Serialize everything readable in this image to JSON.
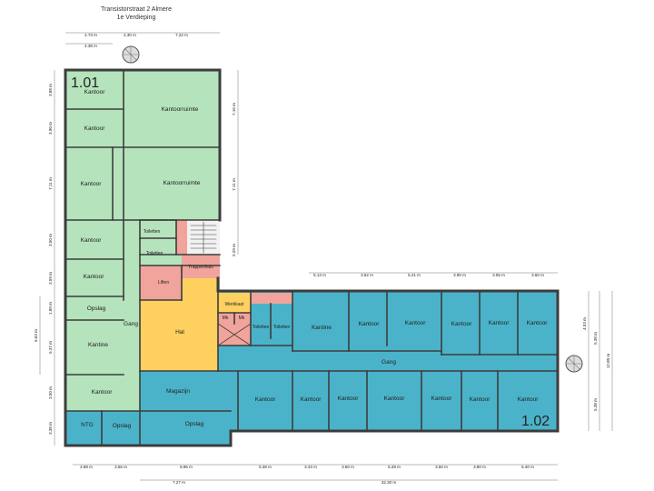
{
  "header": {
    "address": "Transistorstraat 2 Almere",
    "floor": "1e Verdieping"
  },
  "colors": {
    "green": "#b5e3bc",
    "blue": "#4bb3c9",
    "yellow": "#fdd060",
    "pink": "#f0a49b",
    "wall": "#3c3c3c"
  },
  "zones": {
    "green": "1.01",
    "blue": "1.02"
  },
  "rooms": {
    "kantoor_1": "Kantoor",
    "kantoorruimte_1": "Kantoorruimte",
    "kantoor_2": "Kantoor",
    "kantoor_3": "Kantoor",
    "kantoorruimte_2": "Kantoorruimte",
    "toiletten_1": "Toiletten",
    "toiletten_2": "Toiletten",
    "kantoor_4": "Kantoor",
    "kantoor_5": "Kantoor",
    "trappenhuis": "Trappenhuis",
    "liften": "Liften",
    "opslag_1": "Opslag",
    "gang_1": "Gang",
    "hal": "Hal",
    "kantine_1": "Kantine",
    "kantoor_6": "Kantoor",
    "magazijn": "Magazijn",
    "ntg": "NTG",
    "opslag_2": "Opslag",
    "opslag_3": "Opslag",
    "werkkast": "Werkkast",
    "mk_1": "Mk",
    "mk_2": "Mk",
    "toiletten_3": "Toiletten",
    "toiletten_4": "Toiletten",
    "kantine_2": "Kantine",
    "kantoor_e1": "Kantoor",
    "kantoor_e2": "Kantoor",
    "kantoor_e3": "Kantoor",
    "kantoor_e4": "Kantoor",
    "kantoor_e5": "Kantoor",
    "gang_2": "Gang",
    "kantoor_s1": "Kantoor",
    "kantoor_s2": "Kantoor",
    "kantoor_s3": "Kantoor",
    "kantoor_s4": "Kantoor",
    "kantoor_s5": "Kantoor",
    "kantoor_s6": "Kantoor",
    "kantoor_s7": "Kantoor"
  },
  "dims": {
    "top1": "4.73 m",
    "top2": "2.30 m",
    "top3": "7.22 m",
    "top4": "4.38 m",
    "mid1": "5.13 m",
    "mid2": "3.62 m",
    "mid3": "5.21 m",
    "mid4": "3.90 m",
    "mid5": "3.55 m",
    "mid6": "3.60 m",
    "bot1": "2.88 m",
    "bot2": "3.56 m",
    "bot3": "8.96 m",
    "bot4": "5.38 m",
    "bot5": "3.43 m",
    "bot6": "3.50 m",
    "bot7": "5.28 m",
    "bot8": "3.50 m",
    "bot9": "3.80 m",
    "bot10": "5.40 m",
    "tot1": "7.27 m",
    "tot2": "32.30 m",
    "l1": "3.88 m",
    "l2": "3.90 m",
    "l3": "7.11 m",
    "l4": "3.50 m",
    "l5": "3.59 m",
    "l6": "1.89 m",
    "l7": "5.37 m",
    "l8": "3.50 m",
    "l9": "3.38 m",
    "ltot": "6.63 m",
    "r1": "7.16 m",
    "r2": "7.11 m",
    "r3": "5.29 m",
    "er1": "4.53 m",
    "er2": "5.38 m",
    "er3": "12.80 m",
    "er4": "5.38 m"
  }
}
